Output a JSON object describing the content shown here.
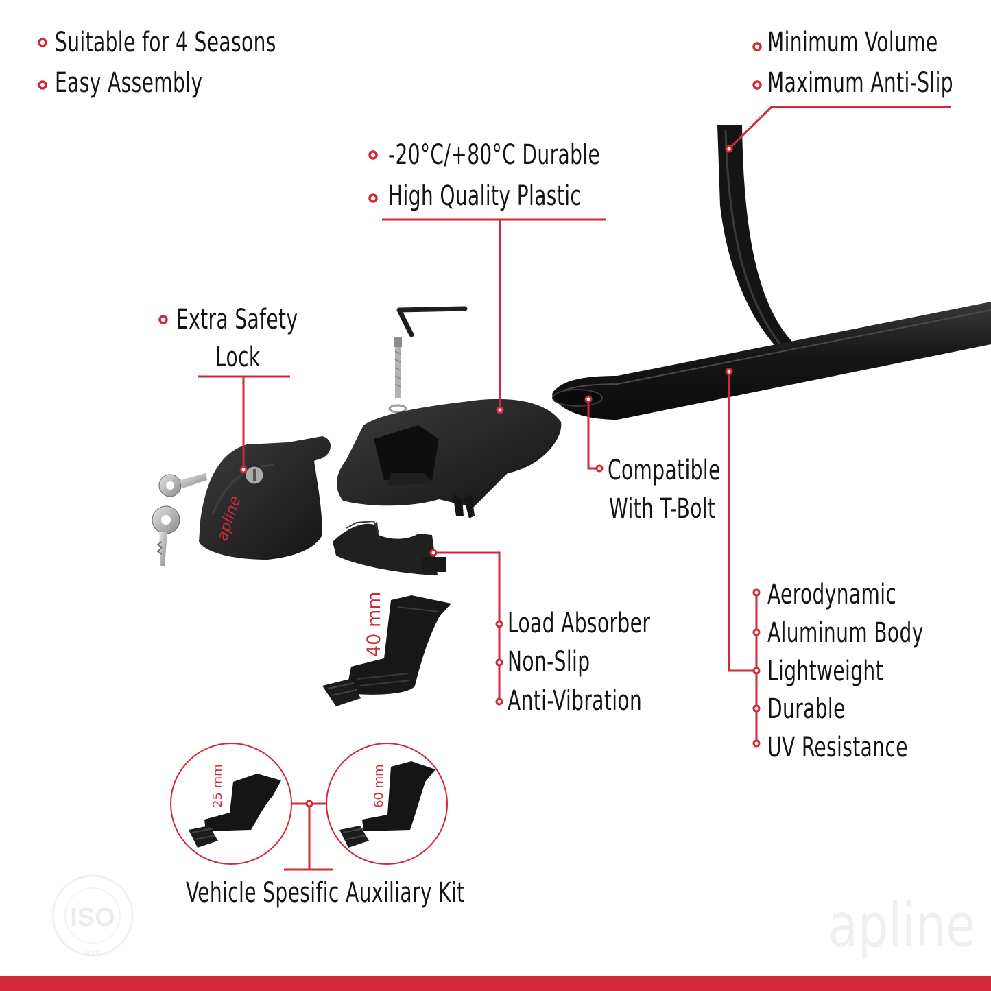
{
  "colors": {
    "accent": "#d12a36",
    "product": "#1a1a1a",
    "text": "#141414",
    "watermark": "#efefef"
  },
  "features": {
    "top_left": [
      "Suitable for 4 Seasons",
      "Easy Assembly"
    ],
    "top_right": [
      "Minimum Volume",
      "Maximum Anti-Slip"
    ],
    "plastic": [
      "-20°C/+80°C Durable",
      "High Quality Plastic"
    ],
    "safety_lock": {
      "line1": "Extra Safety",
      "line2": "Lock"
    },
    "tbolt": {
      "line1": "Compatible",
      "line2": "With T-Bolt"
    },
    "absorber": [
      "Load Absorber",
      "Non-Slip",
      "Anti-Vibration"
    ],
    "body": [
      "Aerodynamic",
      "Aluminum Body",
      "Lightweight",
      "Durable",
      "UV Resistance"
    ],
    "kit_label": "Vehicle Spesific Auxiliary Kit"
  },
  "dimensions": {
    "main_pad": "40 mm",
    "kit_small": "25 mm",
    "kit_large": "60 mm"
  },
  "brand": {
    "on_foot": "apline",
    "watermark": "apline",
    "cert": "ISO",
    "cert_number": "9001"
  },
  "icons": [
    "bullet-ring-icon",
    "key-icon",
    "allen-key-icon"
  ]
}
